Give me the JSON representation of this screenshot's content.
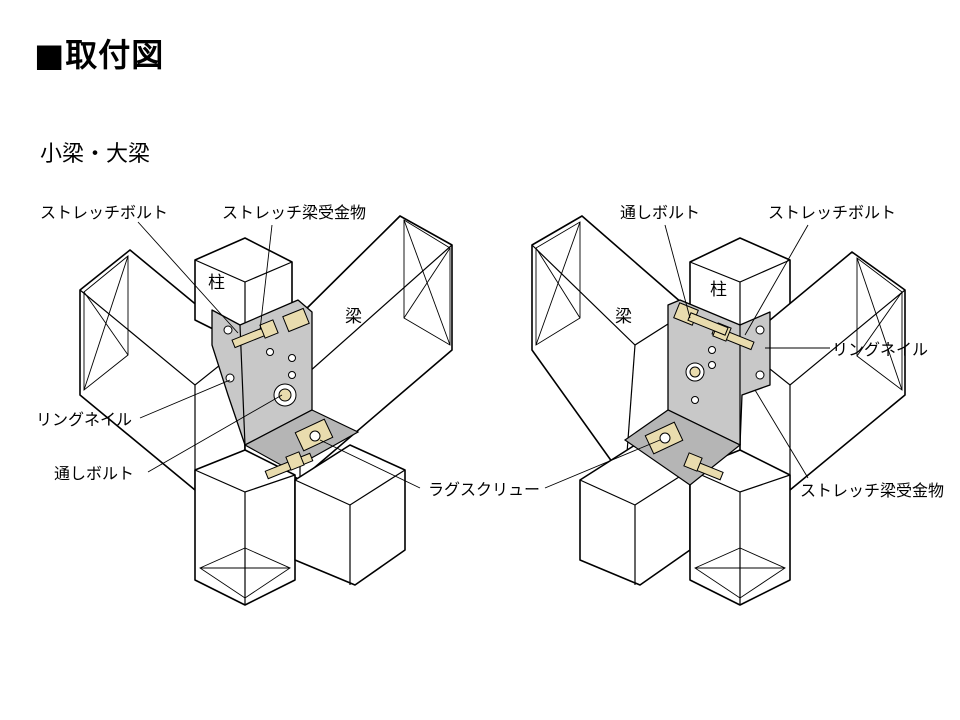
{
  "page": {
    "title": "■取付図",
    "subtitle": "小梁・大梁"
  },
  "left_figure": {
    "stretch_bolt": "ストレッチボルト",
    "stretch_hanger": "ストレッチ梁受金物",
    "column": "柱",
    "beam": "梁",
    "ring_nail": "リングネイル",
    "through_bolt": "通しボルト",
    "lag_screw": "ラグスクリュー"
  },
  "right_figure": {
    "through_bolt": "通しボルト",
    "stretch_bolt": "ストレッチボルト",
    "beam": "梁",
    "column": "柱",
    "ring_nail": "リングネイル",
    "stretch_hanger": "ストレッチ梁受金物"
  },
  "colors": {
    "line": "#000000",
    "metal_plate": "#c8c8c8",
    "bolt": "#e9dcae",
    "background": "#ffffff"
  }
}
